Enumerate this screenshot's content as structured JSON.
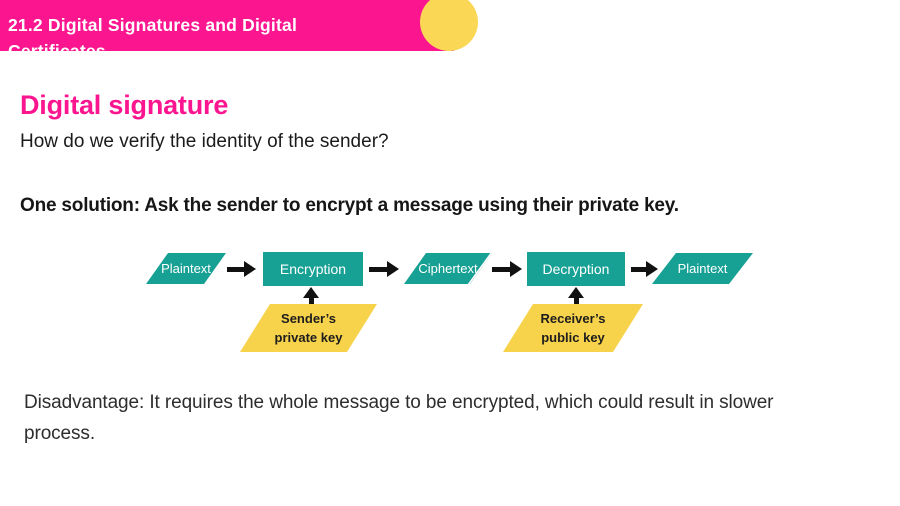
{
  "banner": {
    "title_line1": "21.2 Digital Signatures and Digital",
    "title_line2": "Certificates"
  },
  "slide": {
    "heading": "Digital signature",
    "question": "How do we verify the identity of the sender?",
    "solution": "One solution: Ask the sender to encrypt a message using their private key.",
    "disadvantage_line1": "Disadvantage: It requires the whole message to be encrypted, which could result in slower",
    "disadvantage_line2": "process."
  },
  "diagram": {
    "nodes": [
      {
        "label": "Plaintext",
        "shape": "parallelogram"
      },
      {
        "label": "Encryption",
        "shape": "rectangle"
      },
      {
        "label": "Ciphertext",
        "shape": "parallelogram"
      },
      {
        "label": "Decryption",
        "shape": "rectangle"
      },
      {
        "label": "Plaintext",
        "shape": "parallelogram"
      }
    ],
    "keys": [
      {
        "line1": "Sender’s",
        "line2": "private key",
        "attached_to": "Encryption"
      },
      {
        "line1": "Receiver’s",
        "line2": "public key",
        "attached_to": "Decryption"
      }
    ]
  },
  "colors": {
    "accent_pink": "#FB1690",
    "teal": "#17A094",
    "key_yellow": "#F7D24B",
    "circle_yellow": "#FAD856",
    "arrow_black": "#111111"
  }
}
